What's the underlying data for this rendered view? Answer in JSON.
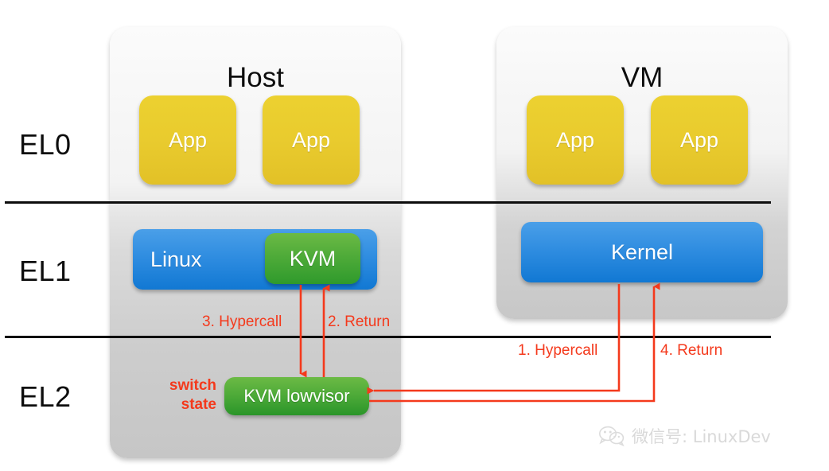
{
  "levels": [
    {
      "id": "el0",
      "label": "EL0"
    },
    {
      "id": "el1",
      "label": "EL1"
    },
    {
      "id": "el2",
      "label": "EL2"
    }
  ],
  "host": {
    "title": "Host",
    "apps": [
      {
        "label": "App"
      },
      {
        "label": "App"
      }
    ],
    "kernel_label": "Linux",
    "kvm_label": "KVM",
    "lowvisor_label": "KVM lowvisor",
    "switch_state_label": "switch state"
  },
  "vm": {
    "title": "VM",
    "apps": [
      {
        "label": "App"
      },
      {
        "label": "App"
      }
    ],
    "kernel_label": "Kernel"
  },
  "flow_labels": [
    {
      "id": "step1",
      "label": "1. Hypercall"
    },
    {
      "id": "step2",
      "label": "2. Return"
    },
    {
      "id": "step3",
      "label": "3. Hypercall"
    },
    {
      "id": "step4",
      "label": "4. Return"
    }
  ],
  "watermark": {
    "icon": "wechat-icon",
    "text": "微信号: LinuxDev"
  },
  "colors": {
    "app_yellow": "#e9cb2e",
    "kernel_blue": "#2e8ce0",
    "kvm_green": "#4fab39",
    "arrow_red": "#f4391c",
    "panel_grey": "#d3d3d3",
    "divider_black": "#0d0d0d",
    "watermark_grey": "#d9d9d9"
  }
}
